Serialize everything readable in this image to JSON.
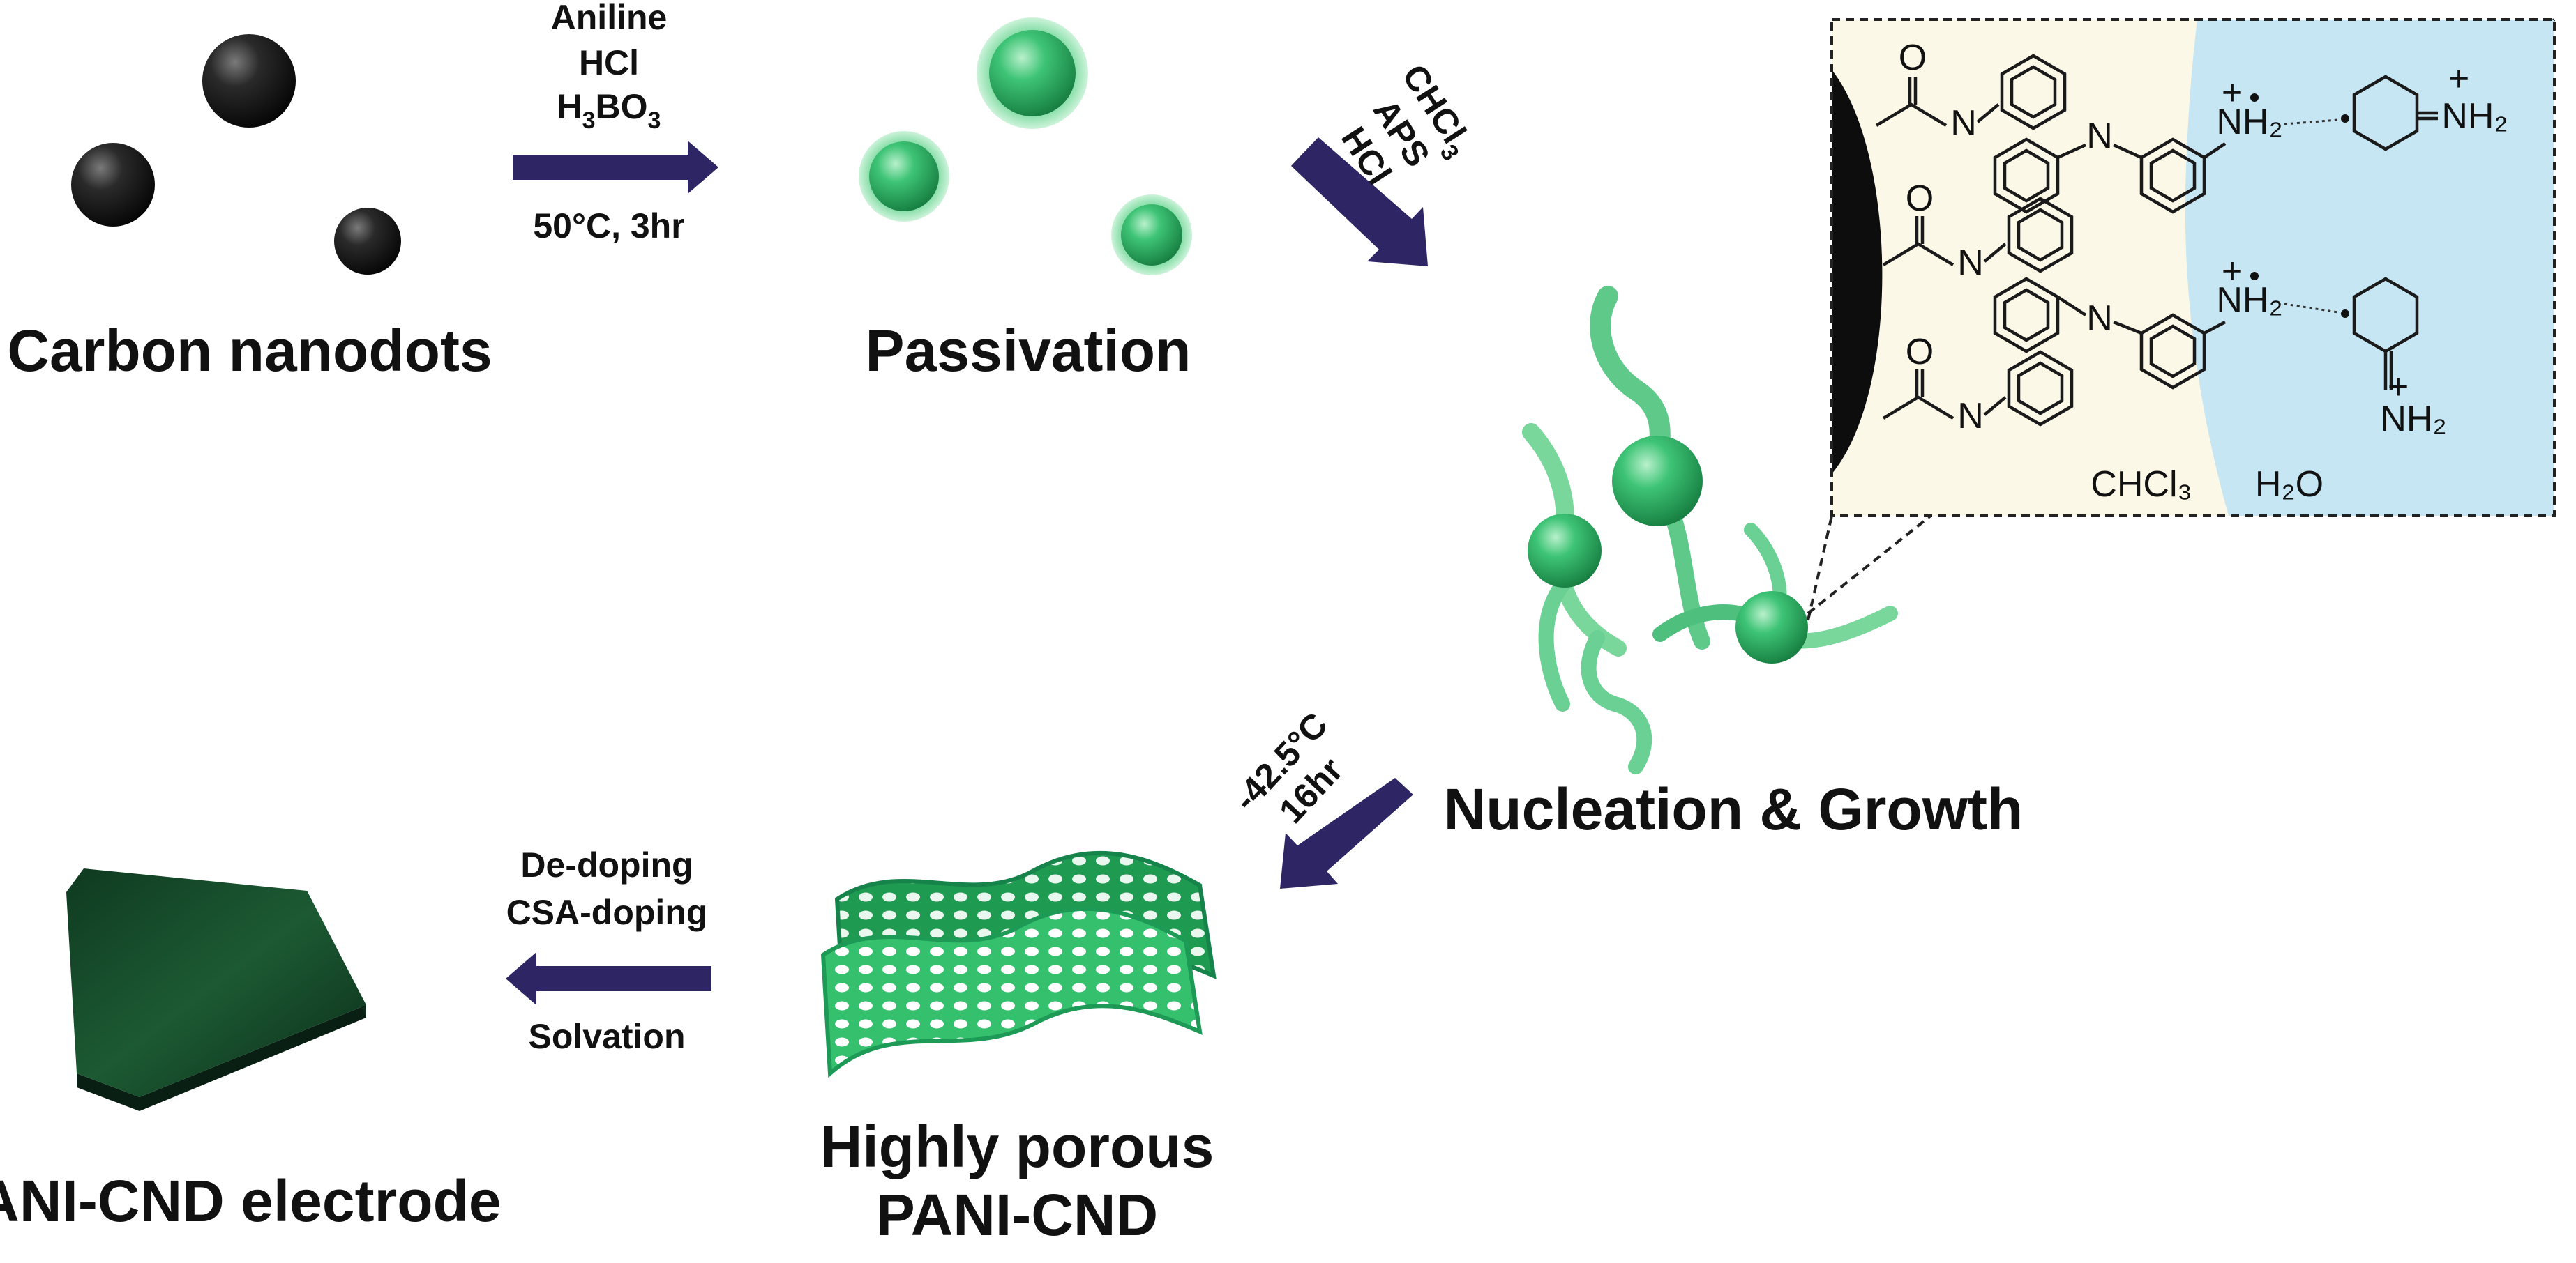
{
  "steps": {
    "carbon": "Carbon nanodots",
    "passivation": "Passivation",
    "nucleation": "Nucleation & Growth",
    "porous_line1": "Highly porous",
    "porous_line2": "PANI-CND",
    "electrode": "PANI-CND electrode"
  },
  "conditions": {
    "step1": {
      "line1": "Aniline",
      "line2": "HCl",
      "line3_main": "H",
      "line3_sub1": "3",
      "line3_mid": "BO",
      "line3_sub2": "3",
      "line4": "50°C, 3hr"
    },
    "step2": {
      "line1_main": "CHCl",
      "line1_sub": "3",
      "line2": "APS",
      "line3": "HCl"
    },
    "step3": {
      "line1": "-42.5°C",
      "line2": "16hr"
    },
    "step4": {
      "line1": "De-doping",
      "line2": "CSA-doping",
      "line3": "Solvation"
    }
  },
  "inset": {
    "phase_organic": "CHCl₃",
    "phase_water": "H₂O",
    "atom_o": "O",
    "atom_n": "N",
    "nh2": "NH₂",
    "charge_plus": "+"
  },
  "colors": {
    "arrow": "#2e2664",
    "dot_black": "#111111",
    "dot_green": "#2ea85c",
    "organic_bg": "#fbf8e8",
    "water_bg": "#c5e6f2"
  }
}
